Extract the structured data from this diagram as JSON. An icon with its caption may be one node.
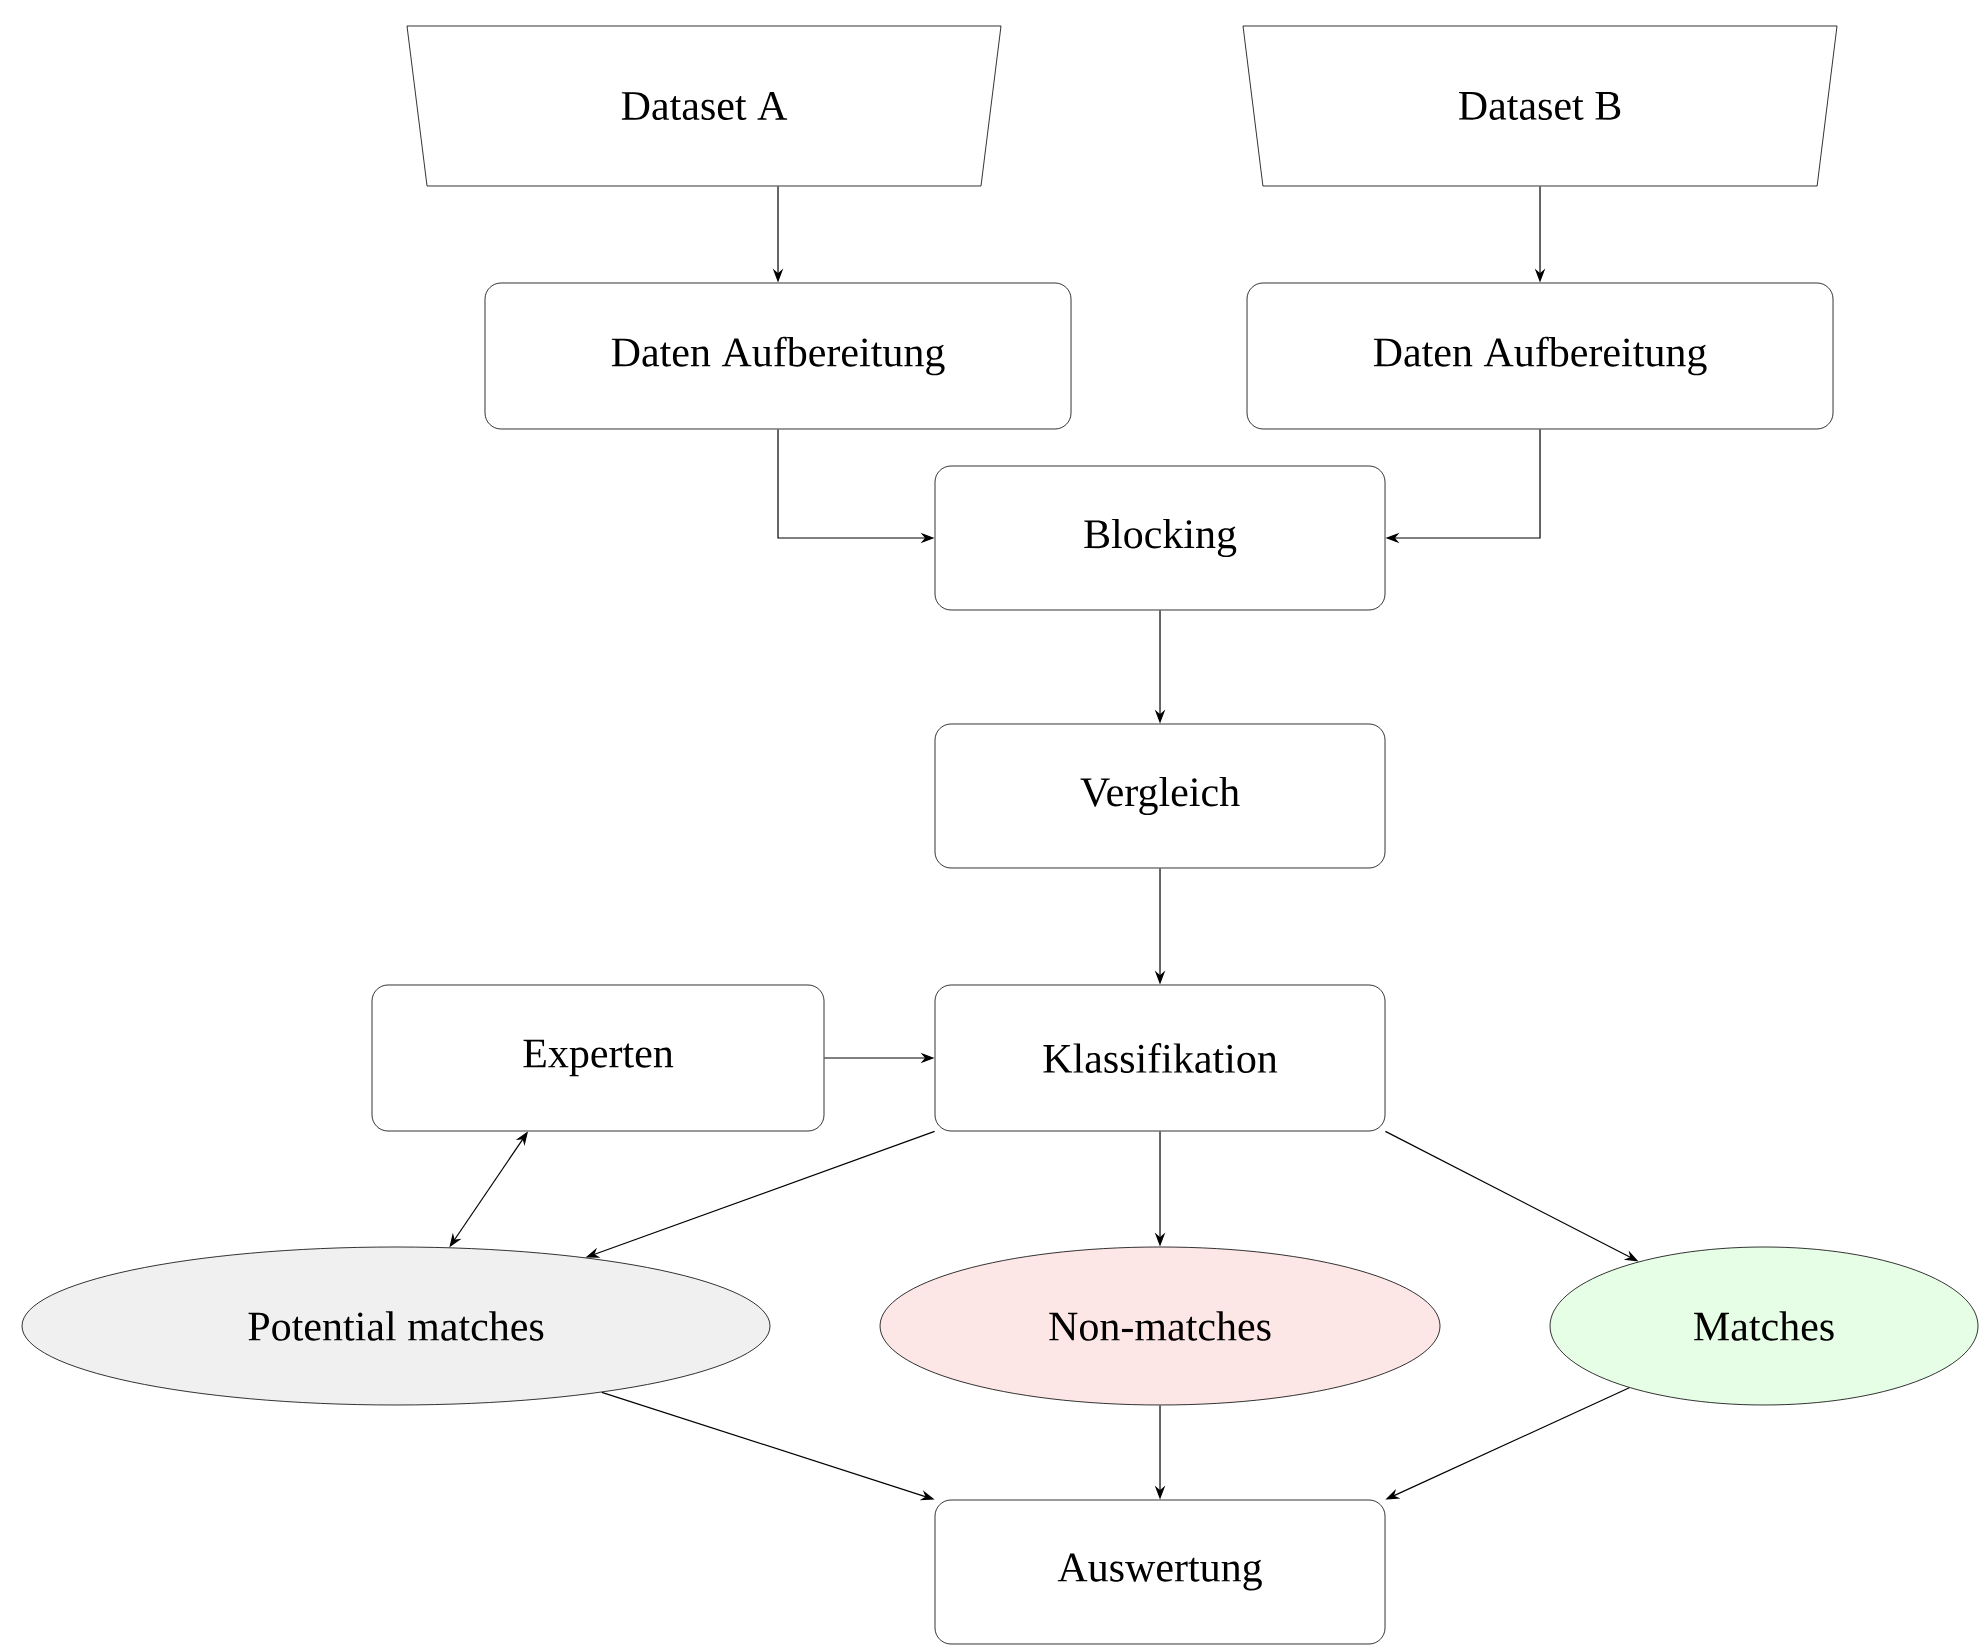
{
  "diagram": {
    "nodes": [
      {
        "text": [
          "Dataset A"
        ]
      },
      {
        "text": [
          "Dataset B"
        ]
      },
      {
        "text": [
          "Daten Aufbereitung"
        ]
      },
      {
        "text": [
          "Daten Aufbereitung"
        ]
      },
      {
        "text": [
          "Blocking"
        ]
      },
      {
        "text": [
          "Vergleich"
        ]
      },
      {
        "text": [
          "Experten"
        ]
      },
      {
        "text": [
          "Klassifikation"
        ]
      },
      {
        "text": [
          "Potential matches"
        ]
      },
      {
        "text": [
          "Non-matches"
        ]
      },
      {
        "text": [
          "Matches"
        ]
      },
      {
        "text": [
          "Auswertung"
        ]
      }
    ],
    "edges": [
      {
        "from": 0,
        "to": 2,
        "arrow": "to"
      },
      {
        "from": 1,
        "to": 3,
        "arrow": "to"
      },
      {
        "from": 2,
        "to": 4,
        "arrow": "to"
      },
      {
        "from": 3,
        "to": 4,
        "arrow": "to"
      },
      {
        "from": 4,
        "to": 5,
        "arrow": "to"
      },
      {
        "from": 5,
        "to": 7,
        "arrow": "to"
      },
      {
        "from": 6,
        "to": 7,
        "arrow": "to"
      },
      {
        "from": 7,
        "to": 8,
        "arrow": "to"
      },
      {
        "from": 7,
        "to": 9,
        "arrow": "to"
      },
      {
        "from": 7,
        "to": 10,
        "arrow": "to"
      },
      {
        "from": 6,
        "to": 8,
        "arrow": "both"
      },
      {
        "from": 8,
        "to": 11,
        "arrow": "to"
      },
      {
        "from": 9,
        "to": 11,
        "arrow": "to"
      },
      {
        "from": 10,
        "to": 11,
        "arrow": "to"
      }
    ]
  }
}
